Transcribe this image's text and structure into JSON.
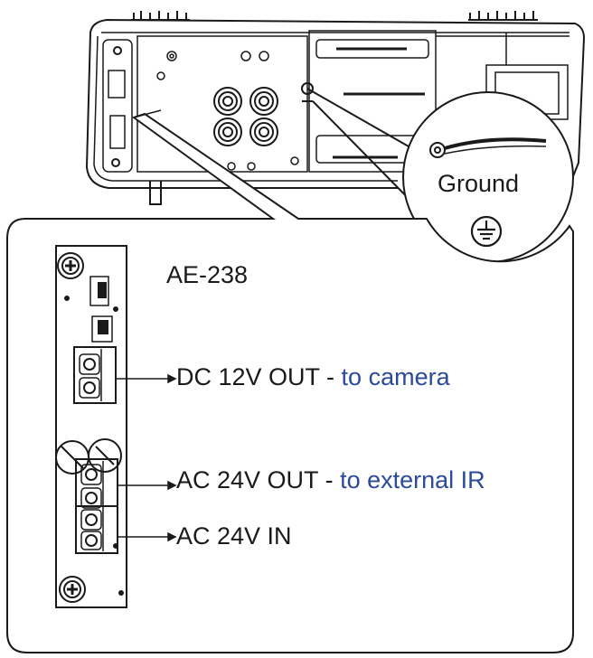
{
  "labels": {
    "model": "AE-238",
    "ground": "Ground",
    "dc_out": "DC 12V OUT",
    "dc_out_dash": " - ",
    "dc_out_dest": "to camera",
    "ac_out": "AC 24V OUT",
    "ac_out_dash": " - ",
    "ac_out_dest": "to external IR",
    "ac_in": "AC 24V IN"
  },
  "colors": {
    "line": "#1a1a1a",
    "text": "#1a1a1a",
    "accent_blue": "#2b4a9a"
  },
  "icons": [
    "ground-symbol-icon",
    "screw-icon",
    "terminal-block-icon",
    "grommet-icon"
  ]
}
